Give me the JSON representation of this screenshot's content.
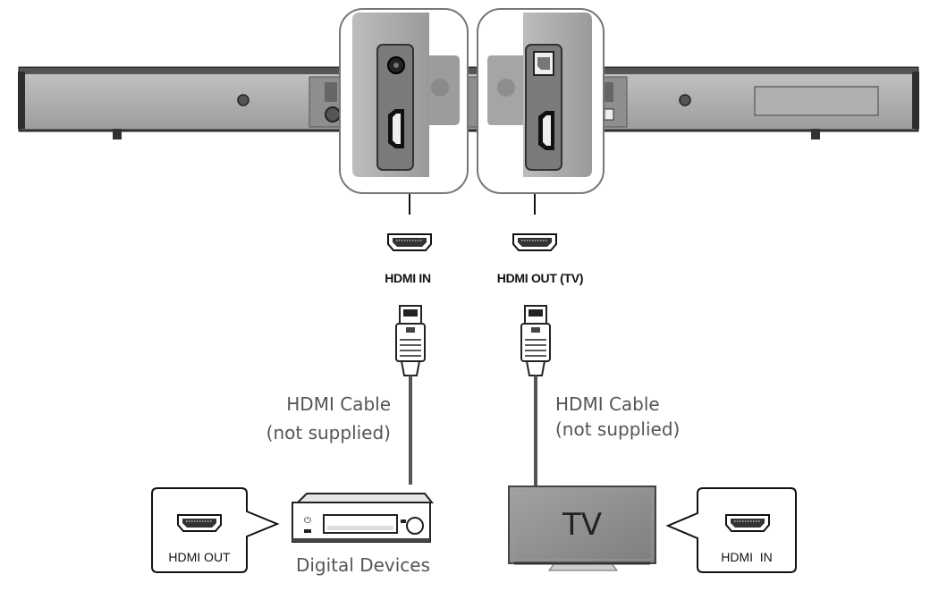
{
  "labels": {
    "soundbar_hdmi_in": "HDMI IN",
    "soundbar_hdmi_out": "HDMI OUT (TV)",
    "cable_left_line1": "HDMI Cable",
    "cable_left_line2": "(not supplied)",
    "cable_right_line1": "HDMI Cable",
    "cable_right_line2": "(not supplied)",
    "digital_devices": "Digital Devices",
    "tv_screen": "TV",
    "device_port": "HDMI OUT",
    "tv_port": "HDMI  IN"
  },
  "colors": {
    "soundbar_body": "#a9a9a9",
    "soundbar_dark": "#3a3a3a",
    "cable": "#555555",
    "tv_screen": "#8c8c8c"
  }
}
